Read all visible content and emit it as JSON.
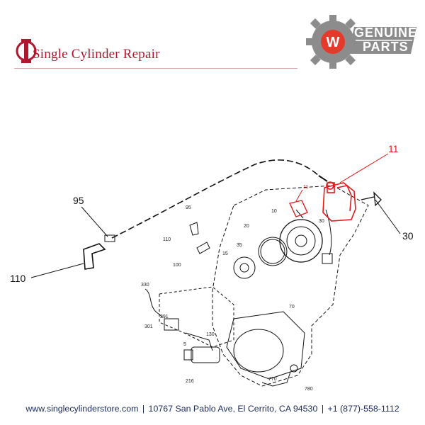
{
  "header": {
    "brand_name": "Single Cylinder Repair",
    "badge_line1": "GENUINE",
    "badge_line2": "PARTS",
    "badge_logo_letter": "W"
  },
  "diagram": {
    "callouts_large": {
      "c95": "95",
      "c110": "110",
      "c11": "11",
      "c30": "30"
    },
    "callouts_small": {
      "s11": "11",
      "s10": "10",
      "s30": "30",
      "s95": "95",
      "s20": "20",
      "s110": "110",
      "s35": "35",
      "s15": "15",
      "s100": "100",
      "s330": "330",
      "s291": "291",
      "s301": "301",
      "s70": "70",
      "s130": "130",
      "s5": "5",
      "s216": "216",
      "s770": "770",
      "s780": "780"
    },
    "highlight_color": "#e41a1a",
    "line_color": "#111111"
  },
  "footer": {
    "website": "www.singlecylinderstore.com",
    "address": "10767 San Pablo Ave, El Cerrito, CA 94530",
    "phone": "+1 (877)-558-1112",
    "separator": "|"
  }
}
